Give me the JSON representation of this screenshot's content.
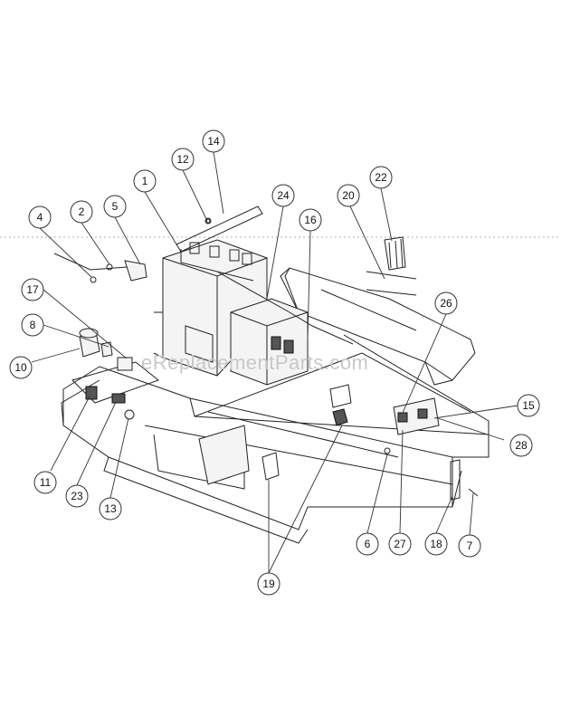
{
  "watermark": "eReplacementParts.com",
  "callouts": [
    {
      "id": "1",
      "label": "1"
    },
    {
      "id": "2",
      "label": "2"
    },
    {
      "id": "4",
      "label": "4"
    },
    {
      "id": "5",
      "label": "5"
    },
    {
      "id": "6",
      "label": "6"
    },
    {
      "id": "7",
      "label": "7"
    },
    {
      "id": "8",
      "label": "8"
    },
    {
      "id": "10",
      "label": "10"
    },
    {
      "id": "11",
      "label": "11"
    },
    {
      "id": "12",
      "label": "12"
    },
    {
      "id": "13",
      "label": "13"
    },
    {
      "id": "14",
      "label": "14"
    },
    {
      "id": "15",
      "label": "15"
    },
    {
      "id": "16",
      "label": "16"
    },
    {
      "id": "17",
      "label": "17"
    },
    {
      "id": "18",
      "label": "18"
    },
    {
      "id": "19",
      "label": "19"
    },
    {
      "id": "20",
      "label": "20"
    },
    {
      "id": "22",
      "label": "22"
    },
    {
      "id": "23",
      "label": "23"
    },
    {
      "id": "24",
      "label": "24"
    },
    {
      "id": "26",
      "label": "26"
    },
    {
      "id": "27",
      "label": "27"
    },
    {
      "id": "28",
      "label": "28"
    }
  ]
}
